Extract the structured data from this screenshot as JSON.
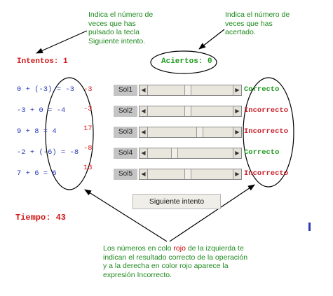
{
  "annotations": {
    "top_left": [
      "Indica el número de",
      "veces que has",
      "pulsado la tecla",
      "Siguiente intento."
    ],
    "top_right": [
      "Indica el número de",
      "veces que has",
      "acertado."
    ],
    "bottom": {
      "line1_before": "Los números en colo ",
      "line1_red": "rojo",
      "line1_after": " de la izquierda te",
      "line2": "indican el resultado correcto de la operación",
      "line3": "y a la derecha en color rojo aparece la",
      "line4": "expresión Incorrecto."
    }
  },
  "counters": {
    "attempts": "Intentos: 1",
    "correct": "Aciertos: 0",
    "time": "Tiempo:  43"
  },
  "rows": [
    {
      "equation": "0 + (-3) = -3",
      "answer": "-3",
      "button": "Sol1",
      "result": "Correcto",
      "result_color": "#1e9a1e",
      "slider_value": 0.47
    },
    {
      "equation": "-3 + 0 = -4",
      "answer": "-3",
      "button": "Sol2",
      "result": "Incorrecto",
      "result_color": "#c8202a",
      "slider_value": 0.47
    },
    {
      "equation": "9 + 8 = 4",
      "answer": "17",
      "button": "Sol3",
      "result": "Incorrecto",
      "result_color": "#c8202a",
      "slider_value": 0.62
    },
    {
      "equation": "-2 + (-6) = -8",
      "answer": "-8",
      "button": "Sol4",
      "result": "Correcto",
      "result_color": "#1e9a1e",
      "slider_value": 0.3
    },
    {
      "equation": "7 + 6 = 6",
      "answer": "13",
      "button": "Sol5",
      "result": "Incorrecto",
      "result_color": "#c8202a",
      "slider_value": 0.47
    }
  ],
  "next_button": "Siguiente intento",
  "colors": {
    "annotation": "#1e8a1e",
    "equation": "#2a3ab8",
    "answer_red": "#e02020",
    "counter_red": "#d01818",
    "counter_green": "#1e9a1e"
  }
}
